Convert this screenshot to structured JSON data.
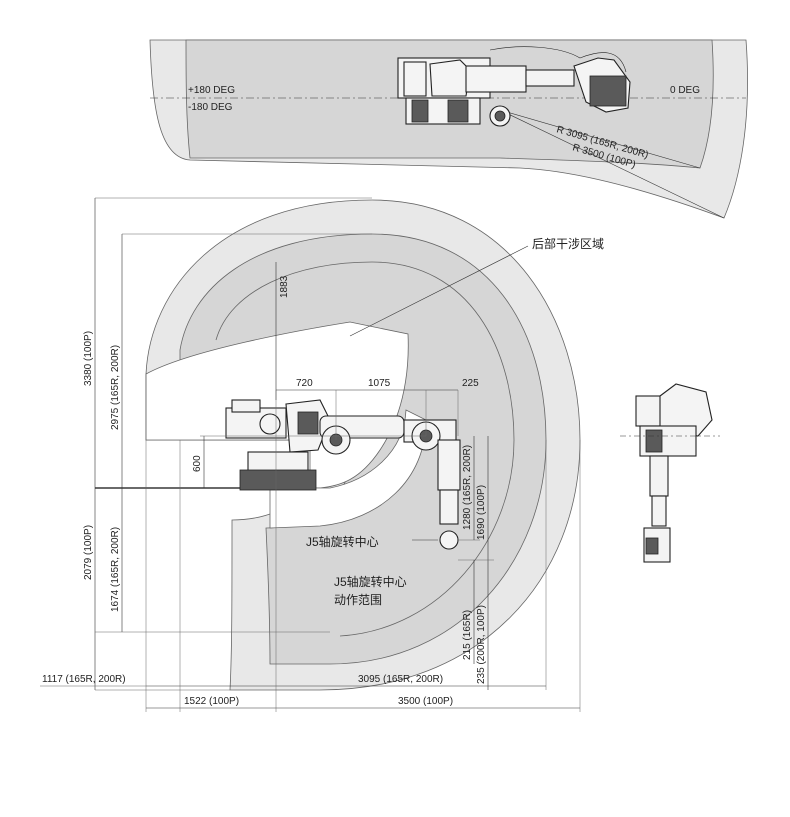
{
  "top_view": {
    "plus_180_label": "+180 DEG",
    "minus_180_label": "-180 DEG",
    "zero_label": "0 DEG",
    "r1_label": "R 3095 (165R, 200R)",
    "r2_label": "R 3500 (100P)"
  },
  "side_view": {
    "callout_rear": "后部干涉区域",
    "callout_j5": "J5轴旋转中心",
    "callout_j5_range_line1": "J5轴旋转中心",
    "callout_j5_range_line2": "动作范围",
    "dims": {
      "d1883": "1883",
      "d720": "720",
      "d1075": "1075",
      "d225": "225",
      "d600": "600",
      "d3380": "3380 (100P)",
      "d2975": "2975 (165R, 200R)",
      "d2079": "2079 (100P)",
      "d1674": "1674 (165R, 200R)",
      "d1280": "1280 (165R, 200R)",
      "d1690": "1690 (100P)",
      "d215": "215 (165R)",
      "d235": "235 (200R, 100P)",
      "d1117": "1117 (165R, 200R)",
      "d3095": "3095 (165R, 200R)",
      "d1522": "1522 (100P)",
      "d3500": "3500 (100P)"
    }
  }
}
